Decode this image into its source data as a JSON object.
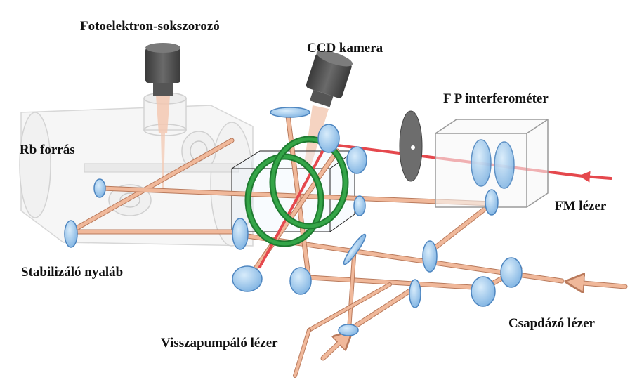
{
  "labels": {
    "photomultiplier": "Fotoelektron-sokszorozó",
    "ccd_camera": "CCD kamera",
    "fp_interferometer": "F P interferométer",
    "rb_source": "Rb forrás",
    "fm_laser": "FM lézer",
    "stabilizing_beam": "Stabilizáló nyaláb",
    "trapping_laser": "Csapdázó lézer",
    "repump_laser": "Visszapumpáló lézer"
  },
  "colors": {
    "beam_copper": "#f0b89a",
    "beam_copper_edge": "#b97a5c",
    "beam_red": "#e5484d",
    "optic_blue": "#9ec9ee",
    "optic_blue_edge": "#4e86c0",
    "coil_green": "#27913a",
    "chamber_gray": "#cfcfcf",
    "camera_dark": "#4b4b4b"
  }
}
